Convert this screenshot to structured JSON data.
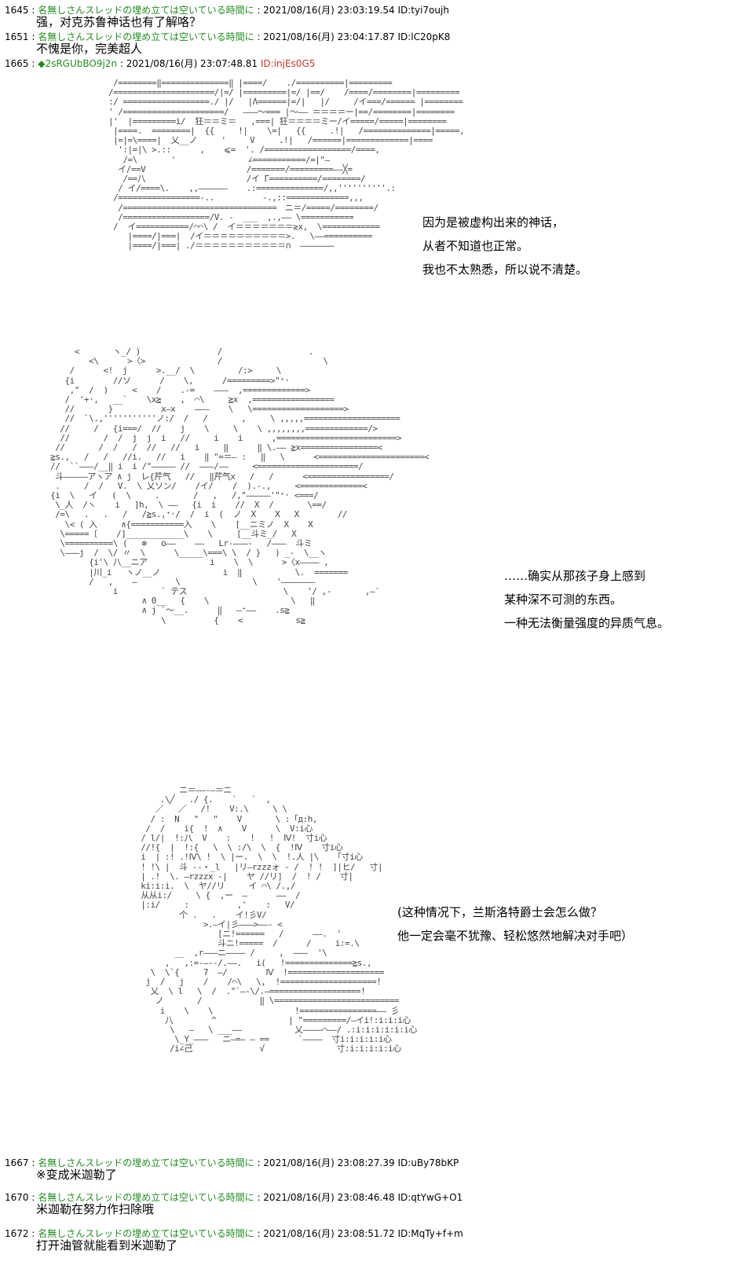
{
  "posts_top": [
    {
      "num": "1645",
      "name": "名無しさんスレッドの埋め立ては空いている時間に",
      "date": "2021/08/16(月) 23:03:19.54",
      "id": "ID:tyi7oujh",
      "body": "强，对克苏鲁神话也有了解咯？"
    },
    {
      "num": "1651",
      "name": "名無しさんスレッドの埋め立ては空いている時間に",
      "date": "2021/08/16(月) 23:04:17.87",
      "id": "ID:lC20pK8",
      "body": "不愧是你，完美超人"
    }
  ],
  "main_post": {
    "num": "1665",
    "trip": "◆2sRGUbBO9j2n",
    "date": "2021/08/16(月) 23:07:48.81",
    "id": "ID:injEs0G5"
  },
  "art": {
    "one": " /========‖==============‖ |====/    ./==========|=========\n/=====================/|=/ |=========|=/ |==/    /====/========|=========\n:/ ==================./ |/   |Λ======|=/|   |/     /イ===/====== |========\n' /=====================/   ―――〜=== |〜―― ＝＝＝＝ー|==/========|========\n|'  |=========i/  狂＝＝ミ＝   ,===| 狂＝＝＝＝ミー/イ=====/=====|========\n |====.  ========|  {{     !|    \\=|   {{     .!|   /==============|=====,\n |=|=\\====|  乂__ノ     '     V     .!|   /======|=============|====\n  ':|=|\\ >.::      ,    ⩽=  '. /==================/====,\n   /=\\       '               ∠===========/=|\"―\n  イ/==V                     /=======/=========――╳=\n   /==八                     /イ Γ==========/========/\n  / イ/====\\.    ,,――――――    .:==============/,,''''''''''.:\n /=================-..          -.,::=============,,,\n  /================================　ニ＝/=====/========/\n  /==================/V. -  ___  ,.,―― \\===========\n /  イ===========/⌒⌒\\ /  イ＝＝＝＝＝＝＝≳x,  \\============\n    |====/|===|  /イ＝＝＝＝＝＝＝＝＝＝>.   \\――==========\n    |====/|===| ./＝＝＝＝＝＝＝＝＝＝＝∩  ―――――――",
    "two": "      <       ヽ_/ )                /                  .\n         <\\      >〈>               /                     \\\n     /      <!  j      >.__/  \\         /:>     \\\n    {i        //ソ      /    \\,      /=========>\"⁺˓\n     ,\"  /  )     <    /    .-=    ―――  ,=============>\n    /  '+˓,   __`    \\x≧    ,  ⌒\\     ≧x  ,=================\n    //       }          x―x    ―――    \\   \\===================>\n    //  `\\.,'''''''''''ノ:/  /   /       ,     \\ ,,,,,====================\n   //     /   {i===/  //    j    \\     \\    \\ ,,,,,,,,=============/>\n   //       /  /  j  j  i   //     i    i      ,=========================>\n  //       /  /   /  //   //   i     ‖      ‖ \\.―― ≧x================<\n ≧s.,   /   /   //i.   //   i    ‖ \"=＝― :   ‖   \\      <======================<\n //  ``―――/__‖ i  i /\"――――― //  ―――/――     <=====================/\n  斗―――――アヽア ∧ j  レ{芹气   //   ‖芹气x   /   /      <=================/\n  .     /  /   V.  \\ 乂ソン/    /イ/    /  ).-.,     <=============<\n {i  \\   イ   (  \\     .       /   ,   /,\"―――――'\"⁺˓ <===/\n  \\_人  /ヽ    i   ]h,  \\ ――   {i  i    //  X  /       \\==/\n  /=\\   .   .   /   /≧s.,⁺˓/  /  i  (  ノ  X    X   X        //\n    \\< ( 入     ∧{===========入    \\    [__ニミノ  X    X\n   \\=====〔    /]____________\\    \\     [__斗ミ_/   X\n   \\==========\\ (   ⊗   o――    ――   Lr-―――-   /―――  斗ミ\n   \\―――j  /  \\/ 〃  \\      \\_____\\===\\ \\  / }   ) _-  \\__ヽ\n         {i'\\ 八__ニア             i    \\  \\      >〈x―――― ,\n         |川_i   ヽノ__ノ             i  ‖           \\.  =======\n         /   ,    ―        \\               \\    '―――――――\n              i         ` テス                    \\    '/ ,-       ,―′\n                    ∧ 0__   {    \\                 \\   ‖\n                    ∧ j `〜__.      ‖   ―⁺――    .s≧\n                        \\          {    <           s≧",
    "three": "                  ニ＝――-―＝ニ\n              .\\╱   ./ {.    `   `  ,\n             ／   ／   /!    V:.\\     \\ \\\n            / :  N   \"   \"    V       \\ :「д:h,\n           /  /    i{  !  ∧    V      \\  V:i心\n          / l/|  !:八  V    :    !   !  Ⅳ!  寸i心\n          //!{  |  !:{   \\  \\ :/\\  \\  {  !Ⅳ    寸i心\n          i  | :! .!Ⅳ\\ !  \\ |ー.  \\  \\  !.人 |\\   「寸i心\n          ! !\\ |  斗 --・_l   |リ―rzzzォ - /  ! !  ]|ヒ/   寸|\n          | .!  \\. ―rzzzx -|    ヤ //リ]  /  ! /    寸|\n          ki:i:i.  \\  ヤ//リ     イ ⌒\\ /.,/\n          从从i:/     \\ {  ,ー  ―      ――  /\n          |:i/     :          ,'    :   V/\n                  个 .   .    イ!彡V/\n                       >.―イ|彡―――>――- <\n                          [ニ!======   /      ――.  '\n                          斗ニ!=====  /      /     i:=.\\\n                 __  ,r―――ニ―――― /     ,  ―――  '\\\n               ,   ,:=-―--/.――.   i(   !==============≧s.,\n            \\  \\`{     7  ―/        Ⅳ  !====================\n           j  /   j    /    /⌒\\   \\,  !====================!\n            乂  \\ l   \\  /  .\"`―-\\/.―===================!\n             ノ       /            ‖ \\==========================\n              i    \\    \\                 !================―― 彡\n               八        ^               | \"=========/―イi!:i:i:i心\n                \\   ―   \\ ___――           乂――――⌒――/ .:i:i:i:i:i:i心\n                 \\_Y_―――   ニ―=― ― ==      `――――  寸i:i:i:i:i心\n                /i∠己              √               寸:i:i:i:i:i心"
  },
  "captions": {
    "one": [
      "因为是被虚构出来的神话，",
      "从者不知道也正常。",
      "我也不太熟悉，所以说不清楚。"
    ],
    "two": [
      "……确实从那孩子身上感到",
      "某种深不可测的东西。",
      "一种无法衡量强度的异质气息。"
    ],
    "three": [
      "(这种情况下，兰斯洛特爵士会怎么做？",
      " 他一定会毫不犹豫、轻松悠然地解决对手吧）"
    ]
  },
  "posts_bottom": [
    {
      "num": "1667",
      "name": "名無しさんスレッドの埋め立ては空いている時間に",
      "date": "2021/08/16(月) 23:08:27.39",
      "id": "ID:uBy78bKP",
      "body": "※变成米迦勒了"
    },
    {
      "num": "1670",
      "name": "名無しさんスレッドの埋め立ては空いている時間に",
      "date": "2021/08/16(月) 23:08:46.48",
      "id": "ID:qtYwG+O1",
      "body": "米迦勒在努力作扫除哦"
    },
    {
      "num": "1672",
      "name": "名無しさんスレッドの埋め立ては空いている時間に",
      "date": "2021/08/16(月) 23:08:51.72",
      "id": "ID:MqTy+f+m",
      "body": "打开油管就能看到米迦勒了"
    }
  ]
}
